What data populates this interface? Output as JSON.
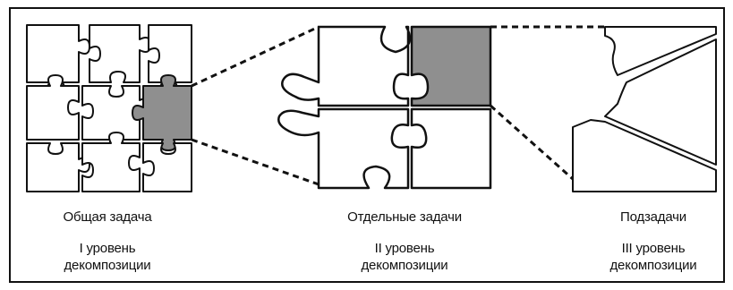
{
  "colors": {
    "line": "#111111",
    "highlight": "#8f8f8f",
    "background": "#ffffff"
  },
  "stages": [
    {
      "caption": "Общая задача",
      "level_line1": "I уровень",
      "level_line2": "декомпозиции"
    },
    {
      "caption": "Отдельные задачи",
      "level_line1": "II уровень",
      "level_line2": "декомпозиции"
    },
    {
      "caption": "Подзадачи",
      "level_line1": "III уровень",
      "level_line2": "декомпозиции"
    }
  ]
}
